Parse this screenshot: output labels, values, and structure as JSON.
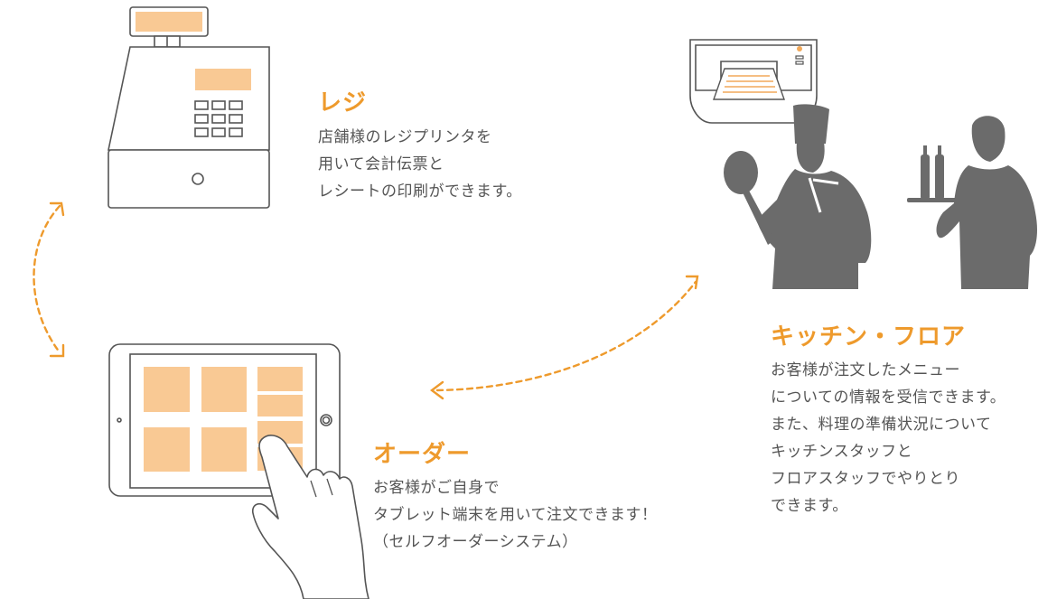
{
  "colors": {
    "accent": "#ee9a2c",
    "fill": "#f9c994",
    "line": "#555555",
    "silhouette": "#6b6b6b",
    "text": "#555555"
  },
  "icons": {
    "register": "cash-register-icon",
    "tablet": "tablet-icon",
    "printer": "printer-icon",
    "chef": "chef-silhouette-icon",
    "waiter": "waiter-silhouette-icon"
  },
  "register": {
    "title": "レジ",
    "lines": [
      "店舗様のレジプリンタを",
      "用いて会計伝票と",
      "レシートの印刷ができます。"
    ]
  },
  "order": {
    "title": "オーダー",
    "lines": [
      "お客様がご自身で",
      "タブレット端末を用いて注文できます！",
      "（セルフオーダーシステム）"
    ]
  },
  "kitchen": {
    "title": "キッチン・フロア",
    "lines": [
      "お客様が注文したメニュー",
      "についての情報を受信できます。",
      "また、料理の準備状況について",
      "キッチンスタッフと",
      "フロアスタッフでやりとり",
      "できます。"
    ]
  }
}
